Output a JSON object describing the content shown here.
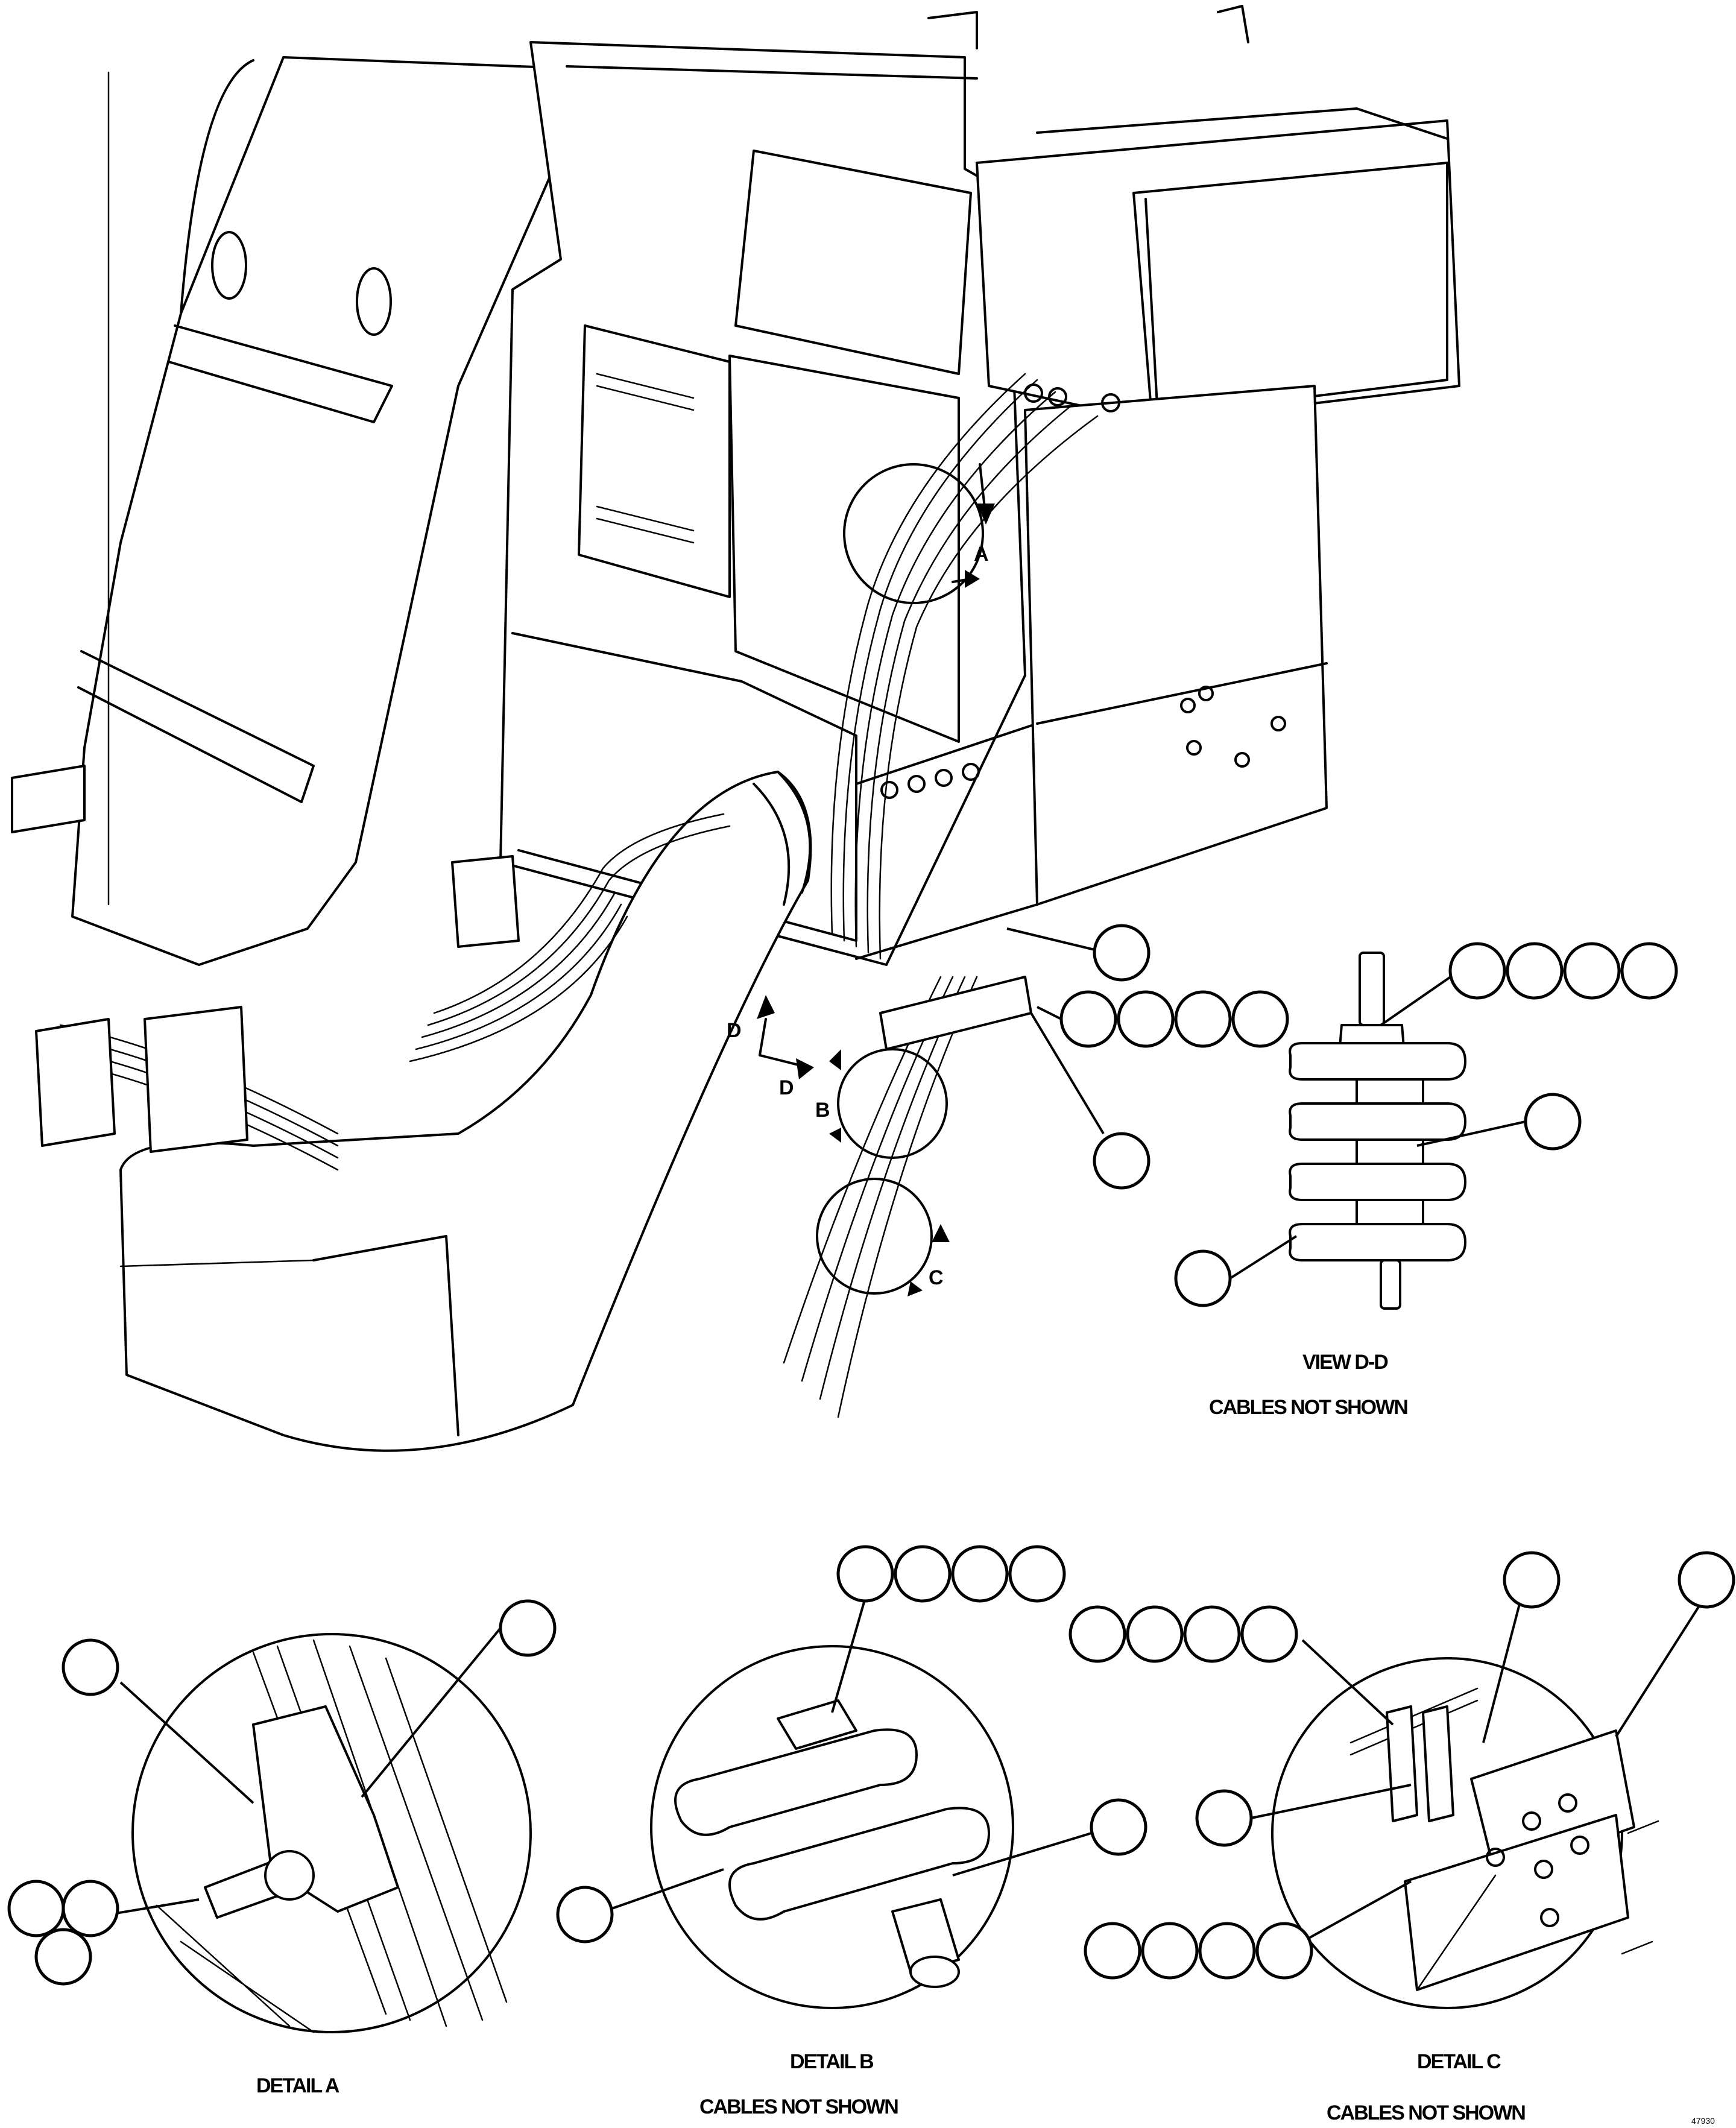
{
  "view_markers": {
    "a": "A",
    "b": "B",
    "c": "C",
    "d_upper": "D",
    "d_lower": "D"
  },
  "captions": {
    "view_dd_title": "VIEW D-D",
    "view_dd_note": "CABLES NOT SHOWN",
    "detail_a_title": "DETAIL A",
    "detail_b_title": "DETAIL B",
    "detail_b_note": "CABLES NOT SHOWN",
    "detail_c_title": "DETAIL C",
    "detail_c_note": "CABLES NOT SHOWN"
  },
  "drawing_number": "47930"
}
